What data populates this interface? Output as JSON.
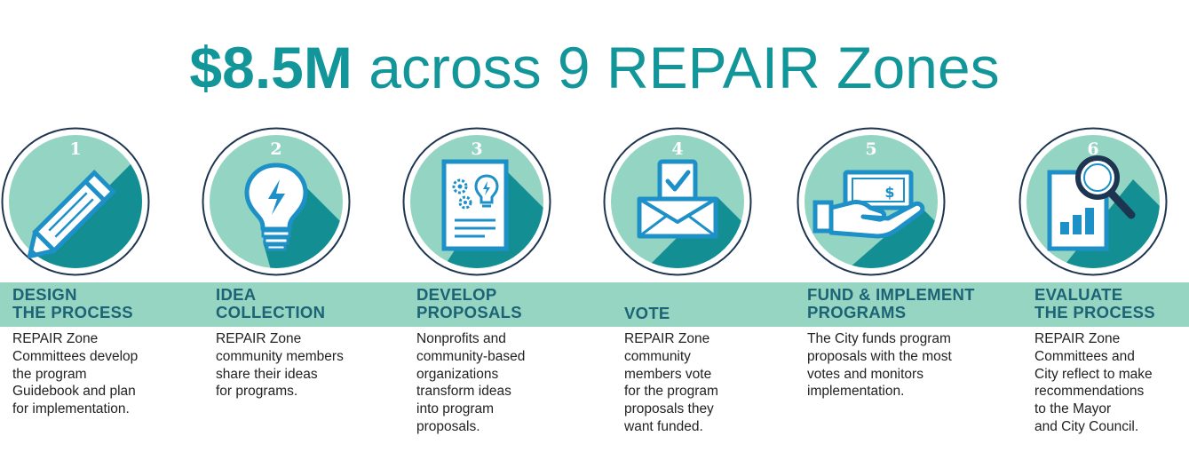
{
  "title": {
    "amount": "$8.5M",
    "rest": " across 9 REPAIR Zones"
  },
  "colors": {
    "title": "#12969a",
    "band": "#97d5c3",
    "circle_fill": "#94d4c2",
    "circle_ring": "#1e3552",
    "shadow": "#138f93",
    "icon_stroke": "#1e90c8",
    "label": "#1c6375"
  },
  "steps": [
    {
      "number": "1",
      "icon": "pencil-icon",
      "label_lines": [
        "DESIGN",
        "THE PROCESS"
      ],
      "desc_lines": [
        "REPAIR Zone",
        "Committees develop",
        "the program",
        "Guidebook and plan",
        "for implementation."
      ]
    },
    {
      "number": "2",
      "icon": "lightbulb-icon",
      "label_lines": [
        "IDEA",
        "COLLECTION"
      ],
      "desc_lines": [
        "REPAIR Zone",
        "community members",
        "share their ideas",
        "for programs."
      ]
    },
    {
      "number": "3",
      "icon": "proposal-document-icon",
      "label_lines": [
        "DEVELOP",
        "PROPOSALS"
      ],
      "desc_lines": [
        "Nonprofits and",
        "community-based",
        "organizations",
        "transform ideas",
        "into program",
        "proposals."
      ]
    },
    {
      "number": "4",
      "icon": "ballot-envelope-icon",
      "label_lines": [
        "VOTE"
      ],
      "desc_lines": [
        "REPAIR Zone",
        "community",
        "members vote",
        "for the program",
        "proposals they",
        "want funded."
      ]
    },
    {
      "number": "5",
      "icon": "hand-money-icon",
      "label_lines": [
        "FUND & IMPLEMENT",
        "PROGRAMS"
      ],
      "desc_lines": [
        "The City funds program",
        "proposals with the most",
        "votes and monitors",
        "implementation."
      ]
    },
    {
      "number": "6",
      "icon": "report-magnifier-icon",
      "label_lines": [
        "EVALUATE",
        "THE PROCESS"
      ],
      "desc_lines": [
        "REPAIR Zone",
        "Committees and",
        "City reflect to make",
        "recommendations",
        "to the Mayor",
        "and City Council."
      ]
    }
  ]
}
